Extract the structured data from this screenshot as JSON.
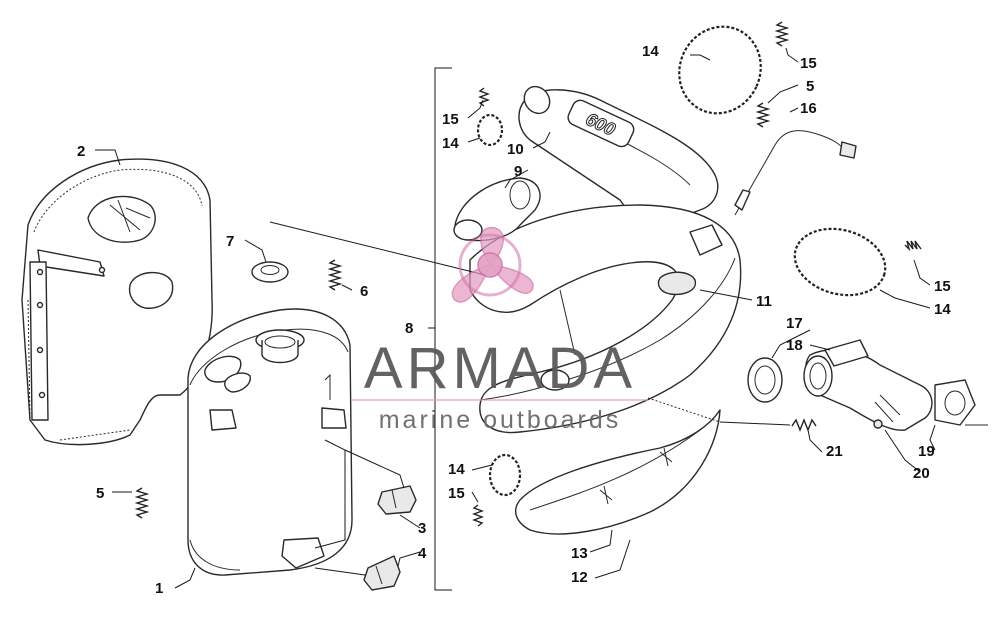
{
  "watermark": {
    "brand": "ARMADA",
    "tagline": "marine outboards"
  },
  "engraving": {
    "model_badge": "600"
  },
  "callouts": {
    "c1": "1",
    "c2": "2",
    "c3": "3",
    "c4": "4",
    "c5a": "5",
    "c5b": "5",
    "c6": "6",
    "c7": "7",
    "c8": "8",
    "c9": "9",
    "c10": "10",
    "c11": "11",
    "c12": "12",
    "c13": "13",
    "c14a": "14",
    "c14b": "14",
    "c14c": "14",
    "c14d": "14",
    "c15a": "15",
    "c15b": "15",
    "c15c": "15",
    "c15d": "15",
    "c16": "16",
    "c17": "17",
    "c18": "18",
    "c19": "19",
    "c20": "20",
    "c21": "21"
  },
  "colors": {
    "line": "#2a2a2a",
    "watermark_text": "#5a5a5a",
    "watermark_logo": "#e29ac0"
  }
}
